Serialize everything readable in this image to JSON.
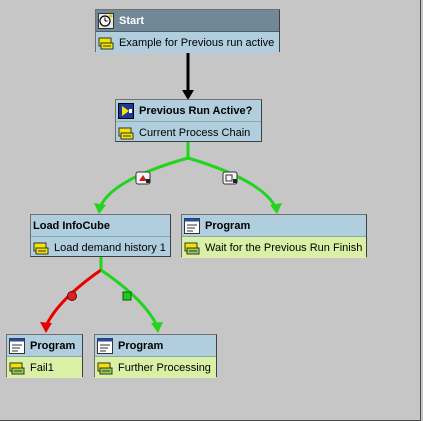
{
  "nodes": {
    "start": {
      "title": "Start",
      "subtitle": "Example for Previous run active"
    },
    "prev_run": {
      "title": "Previous Run Active?",
      "subtitle": "Current Process Chain"
    },
    "load_infocube": {
      "title": "Load InfoCube",
      "subtitle": "Load demand history 1"
    },
    "program_wait": {
      "title": "Program",
      "subtitle": "Wait for the Previous Run Finish"
    },
    "program_fail": {
      "title": "Program",
      "subtitle": "Fail1"
    },
    "program_further": {
      "title": "Program",
      "subtitle": "Further Processing"
    }
  },
  "colors": {
    "canvas": "#c6c6c6",
    "node_header": "#b0cedd",
    "node_selected": "#708898",
    "node_green": "#d9f0a6",
    "link_default": "#000000",
    "link_success": "#22d41c",
    "link_failure": "#e80000"
  },
  "icons": {
    "start": "clock-flag-icon",
    "process": "process-chain-icon",
    "program": "program-icon",
    "variant": "variant-icon"
  }
}
